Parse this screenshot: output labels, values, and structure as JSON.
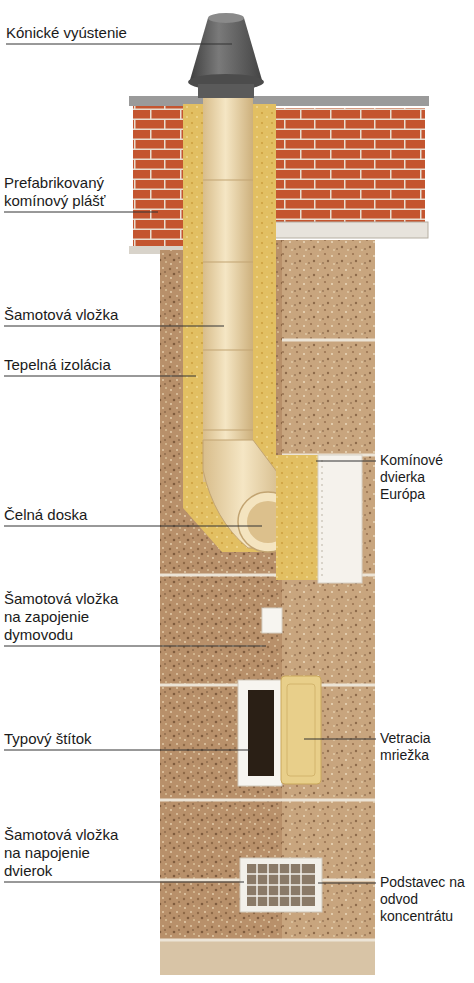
{
  "diagram": {
    "labels": [
      "Kónické vyústenie",
      "Prefabrikovaný komínový plášť",
      "Šamotová vložka",
      "Tepelná izolácia",
      "Komínové dvierka Európa",
      "Čelná doska",
      "Šamotová vložka na zapojenie dymovodu",
      "Typový štítok",
      "Vetracia mriežka",
      "Šamotová vložka na napojenie dvierok",
      "Podstavec na odvod koncentrátu"
    ]
  }
}
